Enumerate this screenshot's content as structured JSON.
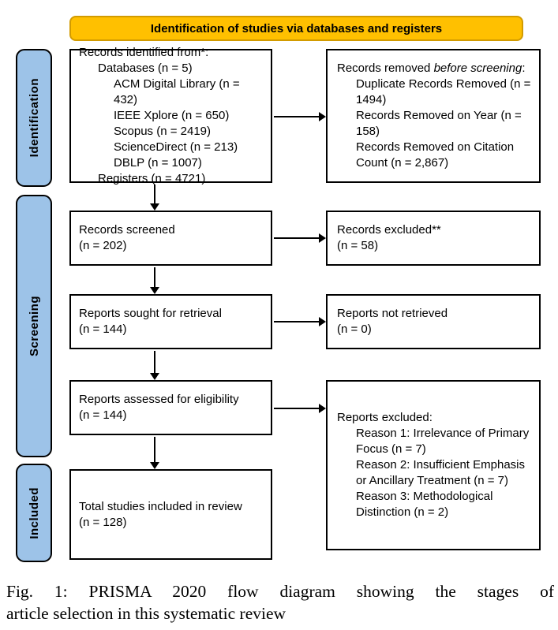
{
  "banner": {
    "label": "Identification of studies via databases and registers"
  },
  "stages": [
    {
      "label": "Identification"
    },
    {
      "label": "Screening"
    },
    {
      "label": "Included"
    }
  ],
  "colors": {
    "banner_fill": "#FFC000",
    "banner_border": "#D29B00",
    "stage_fill": "#9DC3E8",
    "box_border": "#000000",
    "arrow": "#000000"
  },
  "flow": {
    "left_boxes": [
      {
        "name": "records-identified",
        "lines": [
          {
            "indent": 0,
            "runs": [
              {
                "text": "Records identified from*:"
              }
            ]
          },
          {
            "indent": 1,
            "runs": [
              {
                "text": "Databases (n = 5)"
              }
            ]
          },
          {
            "indent": 2,
            "runs": [
              {
                "text": "ACM Digital Library (n = 432)"
              }
            ]
          },
          {
            "indent": 2,
            "runs": [
              {
                "text": "IEEE Xplore (n = 650)"
              }
            ]
          },
          {
            "indent": 2,
            "runs": [
              {
                "text": "Scopus (n = 2419)"
              }
            ]
          },
          {
            "indent": 2,
            "runs": [
              {
                "text": "ScienceDirect (n = 213)"
              }
            ]
          },
          {
            "indent": 2,
            "runs": [
              {
                "text": "DBLP (n = 1007)"
              }
            ]
          },
          {
            "indent": 1,
            "runs": [
              {
                "text": "Registers (n = 4721)"
              }
            ]
          }
        ]
      },
      {
        "name": "records-screened",
        "lines": [
          {
            "indent": 0,
            "runs": [
              {
                "text": "Records screened"
              }
            ]
          },
          {
            "indent": 0,
            "runs": [
              {
                "text": "(n = 202)"
              }
            ]
          }
        ]
      },
      {
        "name": "reports-sought-for-retrieval",
        "lines": [
          {
            "indent": 0,
            "runs": [
              {
                "text": "Reports sought for retrieval"
              }
            ]
          },
          {
            "indent": 0,
            "runs": [
              {
                "text": "(n = 144)"
              }
            ]
          }
        ]
      },
      {
        "name": "reports-assessed-for-eligibility",
        "lines": [
          {
            "indent": 0,
            "runs": [
              {
                "text": "Reports assessed for eligibility"
              }
            ]
          },
          {
            "indent": 0,
            "runs": [
              {
                "text": "(n = 144)"
              }
            ]
          }
        ]
      },
      {
        "name": "total-studies-included",
        "lines": [
          {
            "indent": 0,
            "runs": [
              {
                "text": "Total studies included in review"
              }
            ]
          },
          {
            "indent": 0,
            "runs": [
              {
                "text": "(n = 128)"
              }
            ]
          }
        ]
      }
    ],
    "right_boxes": [
      {
        "name": "records-removed-before-screening",
        "lines": [
          {
            "indent": 0,
            "runs": [
              {
                "text": "Records removed "
              },
              {
                "text": "before screening",
                "italic": true
              },
              {
                "text": ":"
              }
            ]
          },
          {
            "indent": 1,
            "runs": [
              {
                "text": "Duplicate Records Removed (n = 1494)"
              }
            ]
          },
          {
            "indent": 1,
            "runs": [
              {
                "text": "Records Removed on Year (n = 158)"
              }
            ]
          },
          {
            "indent": 1,
            "runs": [
              {
                "text": "Records Removed on Citation Count (n = 2,867)"
              }
            ]
          }
        ]
      },
      {
        "name": "records-excluded",
        "lines": [
          {
            "indent": 0,
            "runs": [
              {
                "text": "Records excluded**"
              }
            ]
          },
          {
            "indent": 0,
            "runs": [
              {
                "text": "(n = 58)"
              }
            ]
          }
        ]
      },
      {
        "name": "reports-not-retrieved",
        "lines": [
          {
            "indent": 0,
            "runs": [
              {
                "text": "Reports not retrieved"
              }
            ]
          },
          {
            "indent": 0,
            "runs": [
              {
                "text": "(n = 0)"
              }
            ]
          }
        ]
      },
      {
        "name": "reports-excluded",
        "lines": [
          {
            "indent": 0,
            "runs": [
              {
                "text": "Reports excluded:"
              }
            ]
          },
          {
            "indent": 1,
            "runs": [
              {
                "text": "Reason 1: Irrelevance of Primary Focus (n = 7)"
              }
            ]
          },
          {
            "indent": 1,
            "runs": [
              {
                "text": "Reason 2: Insufficient Emphasis or Ancillary Treatment (n = 7)"
              }
            ]
          },
          {
            "indent": 1,
            "runs": [
              {
                "text": "Reason 3: Methodological Distinction (n = 2)"
              }
            ]
          }
        ]
      }
    ]
  },
  "caption": {
    "line1": "Fig. 1: PRISMA 2020 flow diagram showing the stages of",
    "line2": "article selection in this systematic review"
  }
}
